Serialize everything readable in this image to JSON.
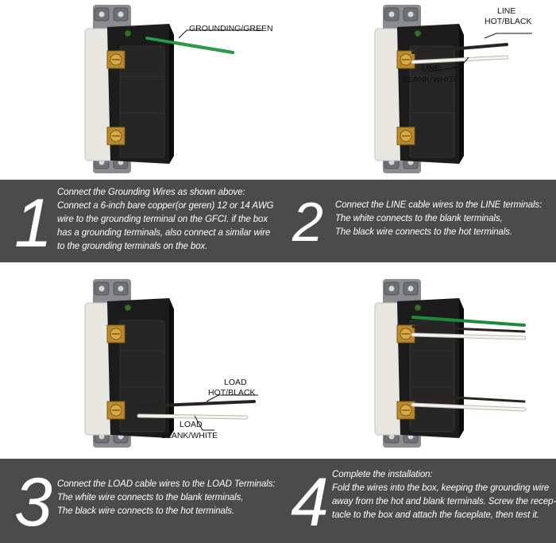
{
  "steps": [
    {
      "number": "1",
      "lines": [
        "Connect the Grounding Wires as shown above:",
        "Connect a 6-inch bare copper(or geren) 12 or 14 AWG",
        "wire to the grounding terminal on the GFCI. if the box",
        "has a grounding terminals, also connect a similar wire",
        "to the grounding terminals on the box."
      ]
    },
    {
      "number": "2",
      "lines": [
        "Connect the LINE cable wires to the LINE terminals:",
        "The white connects to the blank terminals,",
        "The black wire connects to the hot terminals."
      ]
    },
    {
      "number": "3",
      "lines": [
        "Connect the LOAD cable wires to the LOAD Terminals:",
        "The white wire connects to the blank terminals,",
        "The black wire connects to the hot terminals."
      ]
    },
    {
      "number": "4",
      "lines": [
        "Complete the installation:",
        "Fold the wires into the box, keeping the grounding wire",
        "away from the hot and blank terminals. Screw the recep-",
        "tacle to the box and attach the faceplate, then test it."
      ]
    }
  ],
  "callouts": {
    "grounding": "GROUNDING/GREEN",
    "line_hot_1": "LINE",
    "line_hot_2": "HOT/BLACK",
    "line_blank_1": "LINE",
    "line_blank_2": "BLANK/WHITE",
    "load_hot_1": "LOAD",
    "load_hot_2": "HOT/BLACK",
    "load_blank_1": "LOAD",
    "load_blank_2": "BLANK/WHITE"
  },
  "colors": {
    "panel": "#4b4b4b",
    "ground_wire": "#1f8a3a",
    "hot_wire": "#2a2420",
    "neutral_wire": "#f1eee6",
    "receptacle_body": "#1c1c1c",
    "back_plate": "#e8e6e0",
    "yoke": "#8a8c90"
  },
  "icons": [
    "gfci-receptacle-illustration"
  ]
}
